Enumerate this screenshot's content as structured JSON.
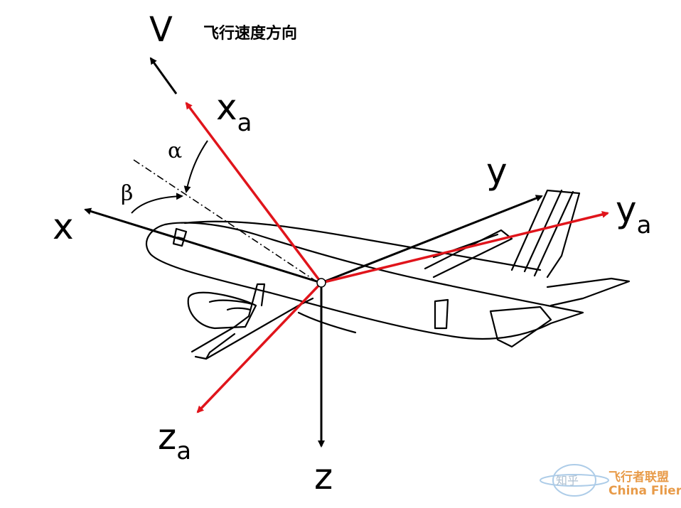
{
  "labels": {
    "v": "V",
    "v_caption": "飞行速度方向",
    "x": "x",
    "y": "y",
    "z": "z",
    "xa_base": "x",
    "xa_sub": "a",
    "ya_base": "y",
    "ya_sub": "a",
    "za_base": "z",
    "za_sub": "a",
    "alpha": "α",
    "beta": "β"
  },
  "watermark": {
    "left": "知乎",
    "right_line1": "飞行者联盟",
    "right_line2": "China Flier"
  },
  "colors": {
    "body_axes": "#000000",
    "wind_axes": "#e0141b",
    "watermark": "#e48a2a"
  }
}
